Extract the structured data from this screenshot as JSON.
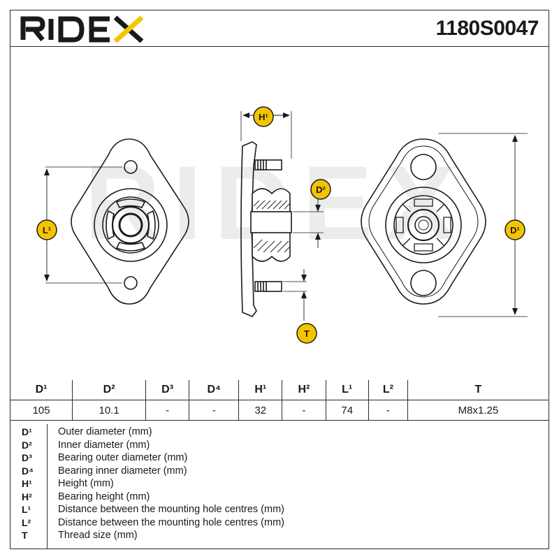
{
  "header": {
    "brand": "RIDEX",
    "part_number": "1180S0047"
  },
  "drawing": {
    "watermark": "RIDEX",
    "labels": {
      "h1": "H¹",
      "d2": "D²",
      "l1": "L¹",
      "d1": "D¹",
      "t": "T"
    },
    "badge_color": "#f5c400"
  },
  "specs": {
    "headers": [
      "D¹",
      "D²",
      "D³",
      "D⁴",
      "H¹",
      "H²",
      "L¹",
      "L²",
      "T"
    ],
    "values": [
      "105",
      "10.1",
      "-",
      "-",
      "32",
      "-",
      "74",
      "-",
      "M8x1.25"
    ]
  },
  "legend": [
    {
      "symbol": "D¹",
      "description": "Outer diameter (mm)"
    },
    {
      "symbol": "D²",
      "description": "Inner diameter (mm)"
    },
    {
      "symbol": "D³",
      "description": "Bearing outer diameter (mm)"
    },
    {
      "symbol": "D⁴",
      "description": "Bearing inner diameter (mm)"
    },
    {
      "symbol": "H¹",
      "description": "Height (mm)"
    },
    {
      "symbol": "H²",
      "description": "Bearing height (mm)"
    },
    {
      "symbol": "L¹",
      "description": "Distance between the mounting hole centres (mm)"
    },
    {
      "symbol": "L²",
      "description": "Distance between the mounting hole centres (mm)"
    },
    {
      "symbol": "T",
      "description": "Thread size (mm)"
    }
  ]
}
